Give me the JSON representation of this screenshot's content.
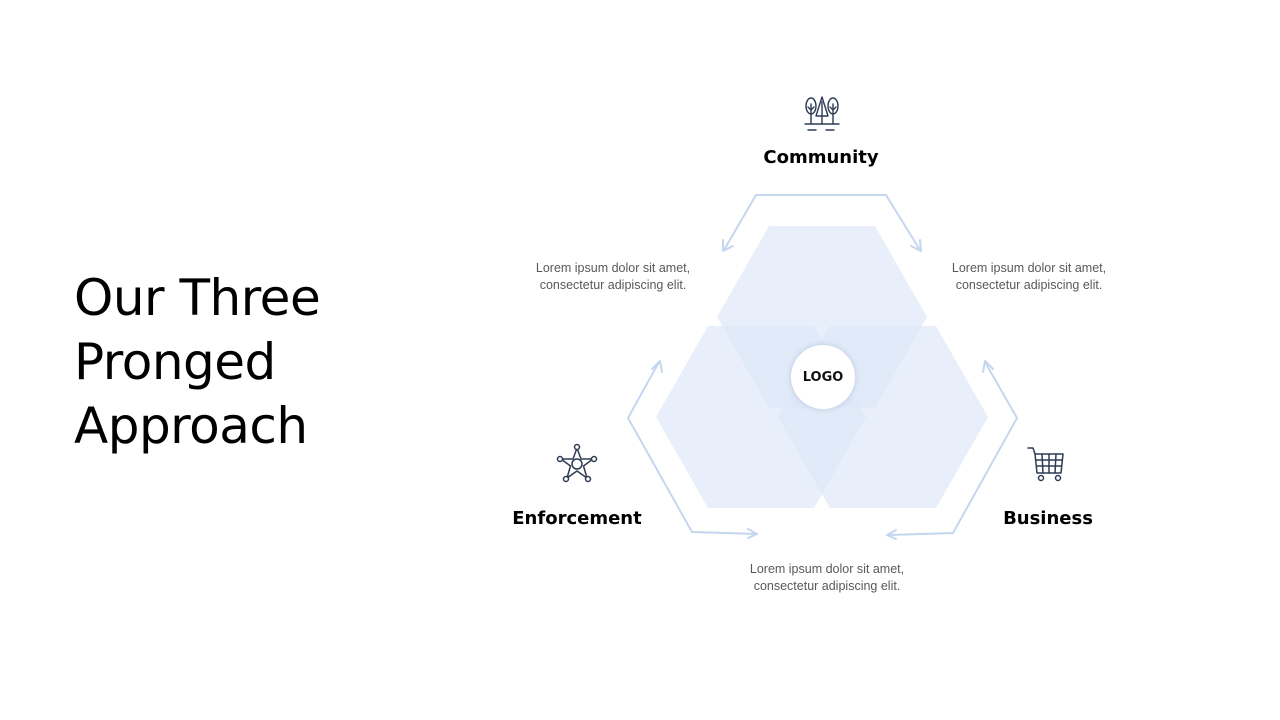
{
  "title": {
    "line1": "Our Three",
    "line2": "Pronged",
    "line3": "Approach"
  },
  "logo": {
    "text": "LOGO"
  },
  "prongs": {
    "community": {
      "label": "Community",
      "icon": "trees-icon"
    },
    "enforcement": {
      "label": "Enforcement",
      "icon": "sheriff-star-icon"
    },
    "business": {
      "label": "Business",
      "icon": "shopping-cart-icon"
    }
  },
  "descriptions": {
    "left": "Lorem ipsum dolor sit amet, consectetur adipiscing elit.",
    "right": "Lorem ipsum dolor sit amet, consectetur adipiscing elit.",
    "bottom": "Lorem ipsum dolor sit amet, consectetur adipiscing elit."
  },
  "colors": {
    "hexagon_fill": "#dce6f8",
    "arrow": "#c5d6ef",
    "icon_stroke": "#2f3b55"
  }
}
